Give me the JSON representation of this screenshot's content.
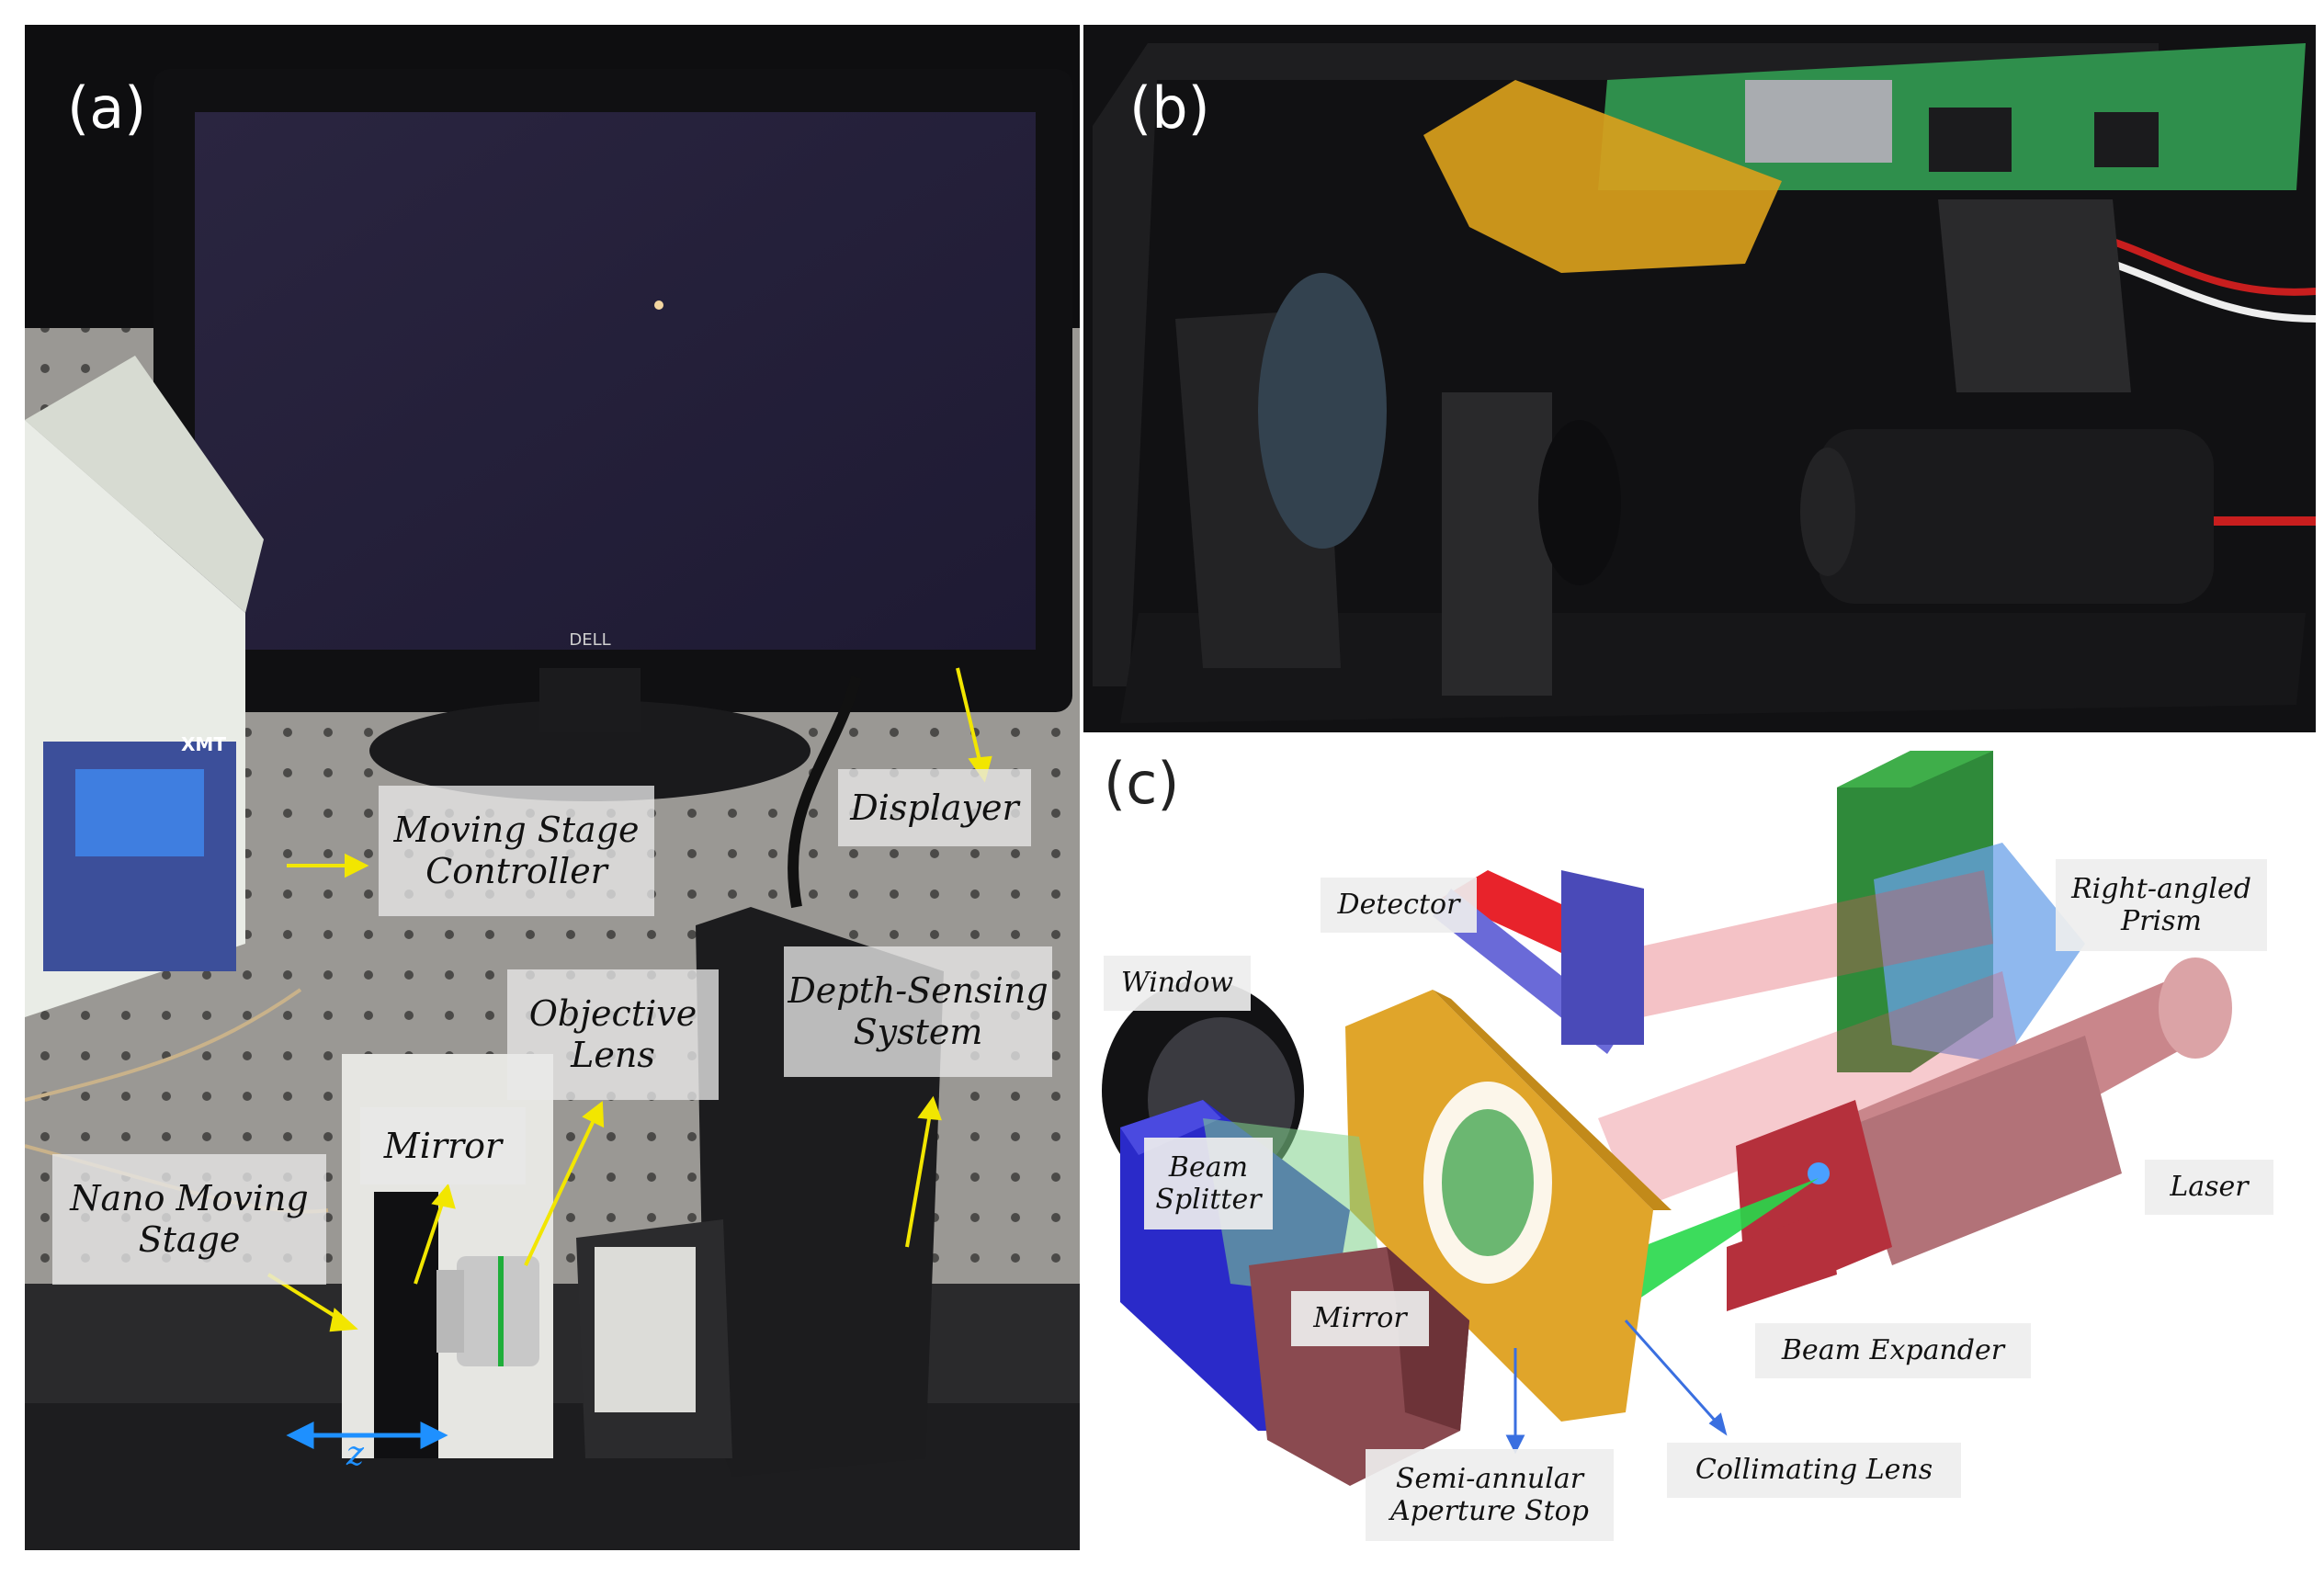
{
  "panels": {
    "a": {
      "letter": "(a)",
      "labels": {
        "moving_stage_controller": [
          "Moving Stage",
          "Controller"
        ],
        "displayer": [
          "Displayer"
        ],
        "objective_lens": [
          "Objective",
          "Lens"
        ],
        "depth_sensing_system": [
          "Depth-Sensing",
          "System"
        ],
        "mirror": [
          "Mirror"
        ],
        "nano_moving_stage": [
          "Nano Moving",
          "Stage"
        ],
        "axis": "z"
      },
      "device_text": {
        "monitor_brand": "DELL",
        "controller_brand": "XMT"
      }
    },
    "b": {
      "letter": "(b)"
    },
    "c": {
      "letter": "(c)",
      "labels": {
        "detector": [
          "Detector"
        ],
        "right_angled_prism": [
          "Right-angled",
          "Prism"
        ],
        "window": [
          "Window"
        ],
        "beam_splitter": [
          "Beam",
          "Splitter"
        ],
        "laser": [
          "Laser"
        ],
        "mirror": [
          "Mirror"
        ],
        "beam_expander": [
          "Beam Expander"
        ],
        "semi_annular_aperture_stop": [
          "Semi-annular",
          "Aperture Stop"
        ],
        "collimating_lens": [
          "Collimating Lens"
        ]
      }
    }
  },
  "colors": {
    "annotation_arrow": "#f2e600",
    "axis_arrow": "#1e90ff",
    "laser_body": "#c9868b",
    "detector": "#e8232b",
    "beam_splitter_mount": "#2a2ac9",
    "lens_mount": "#e0a52a",
    "prism_mount": "#2f8a3a",
    "beam_green": "#27d84a",
    "beam_red": "#e0505c"
  }
}
